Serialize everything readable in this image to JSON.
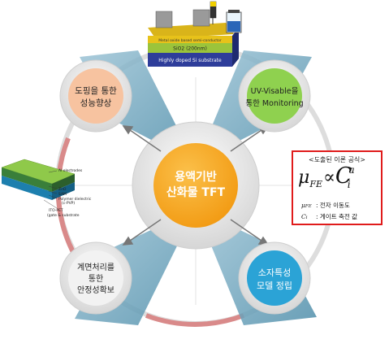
{
  "diagram": {
    "center_line1": "용액기반",
    "center_line2": "산화물 TFT",
    "nodes": [
      {
        "id": "tl",
        "line1": "도핑을 통한",
        "line2": "성능향상",
        "line3": "",
        "color": "#f7c3a0"
      },
      {
        "id": "tr",
        "line1": "UV-Visable을",
        "line2": "통한 Monitoring",
        "line3": "",
        "color": "#8fd14f"
      },
      {
        "id": "bl",
        "line1": "계면처리를",
        "line2": "통한",
        "line3": "안정성확보",
        "line4": "",
        "color": "#f1f1f1"
      },
      {
        "id": "br",
        "line1": "소자특성",
        "line2": "모델 정립",
        "line3": "",
        "color": "#2ba3d6"
      }
    ],
    "stack_layers": [
      {
        "label": "Metal oxide based semi-conductor",
        "color": "#e7c21a"
      },
      {
        "label": "SiO2 (200nm)",
        "color": "#9bc43b"
      },
      {
        "label": "Highly doped Si substrate",
        "color": "#2e3d9a"
      }
    ],
    "device_labels": [
      "Al electrodes",
      "ZnO",
      "SAM",
      "Polymer dielectric",
      "(c-PVP)",
      "ITO-PET",
      "(gate & substrate"
    ]
  },
  "formula": {
    "title": "<도출된 이론 공식>",
    "main_mu": "μ",
    "main_sub": "FE",
    "main_prop": "∝",
    "main_c": "C",
    "main_sup": "a",
    "main_subi": "i",
    "row1_sym": "μ",
    "row1_sub": "FE",
    "row1_text": ": 전자 이동도",
    "row2_sym": "C",
    "row2_sub": "i",
    "row2_text": ": 게이트 축전 값"
  },
  "colors": {
    "ring": "#d9d9d9",
    "accent_red": "#e01b1b",
    "center": "#f7a21b",
    "wedge": "#5fa0bd",
    "arc": "#d98a8a"
  }
}
